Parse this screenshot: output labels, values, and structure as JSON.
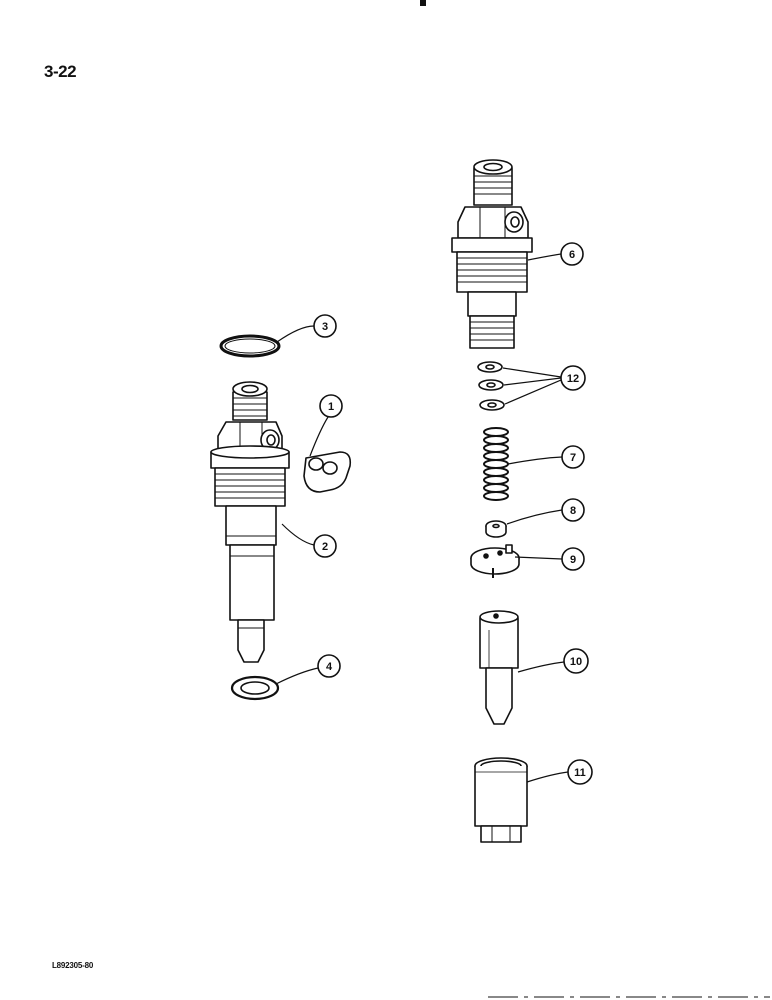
{
  "page": {
    "number": "3-22",
    "figure_id": "L892305-80"
  },
  "callouts": {
    "c1": "1",
    "c2": "2",
    "c3": "3",
    "c4": "4",
    "c6": "6",
    "c7": "7",
    "c8": "8",
    "c9": "9",
    "c10": "10",
    "c11": "11",
    "c12": "12"
  },
  "colors": {
    "ink": "#111111",
    "paper": "#ffffff",
    "shade": "#d9d9d9"
  }
}
